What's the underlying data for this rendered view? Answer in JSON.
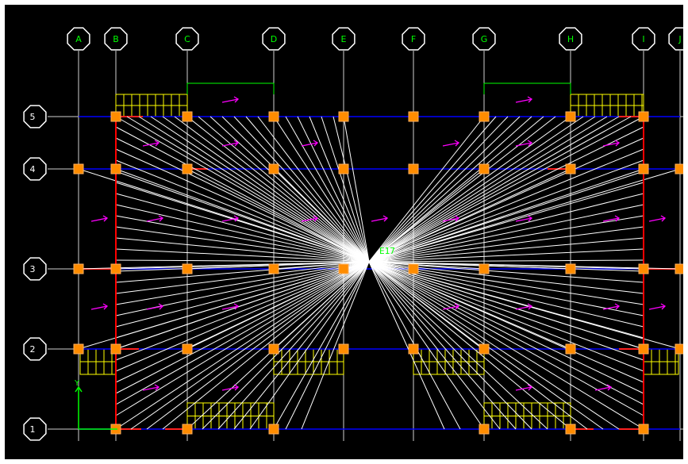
{
  "window": {
    "background": "#000000",
    "frame_color": "#ffffff"
  },
  "grid": {
    "columns": [
      "A",
      "B",
      "C",
      "D",
      "E",
      "F",
      "G",
      "H",
      "I",
      "J"
    ],
    "rows": [
      "5",
      "4",
      "3",
      "2",
      "1"
    ],
    "bubble_color": "#ffffff",
    "label_color": "#00ff00"
  },
  "point_label": "E17",
  "axis_labels": {
    "y": "Y"
  },
  "colors": {
    "beam": "#0000ff",
    "beam_end": "#ff2020",
    "brace": "#ffffff",
    "column": "#ff8c00",
    "load_hatch": "#ffff00",
    "arrow": "#ff00ff",
    "wall": "#ff0000",
    "axis": "#00ff00"
  }
}
